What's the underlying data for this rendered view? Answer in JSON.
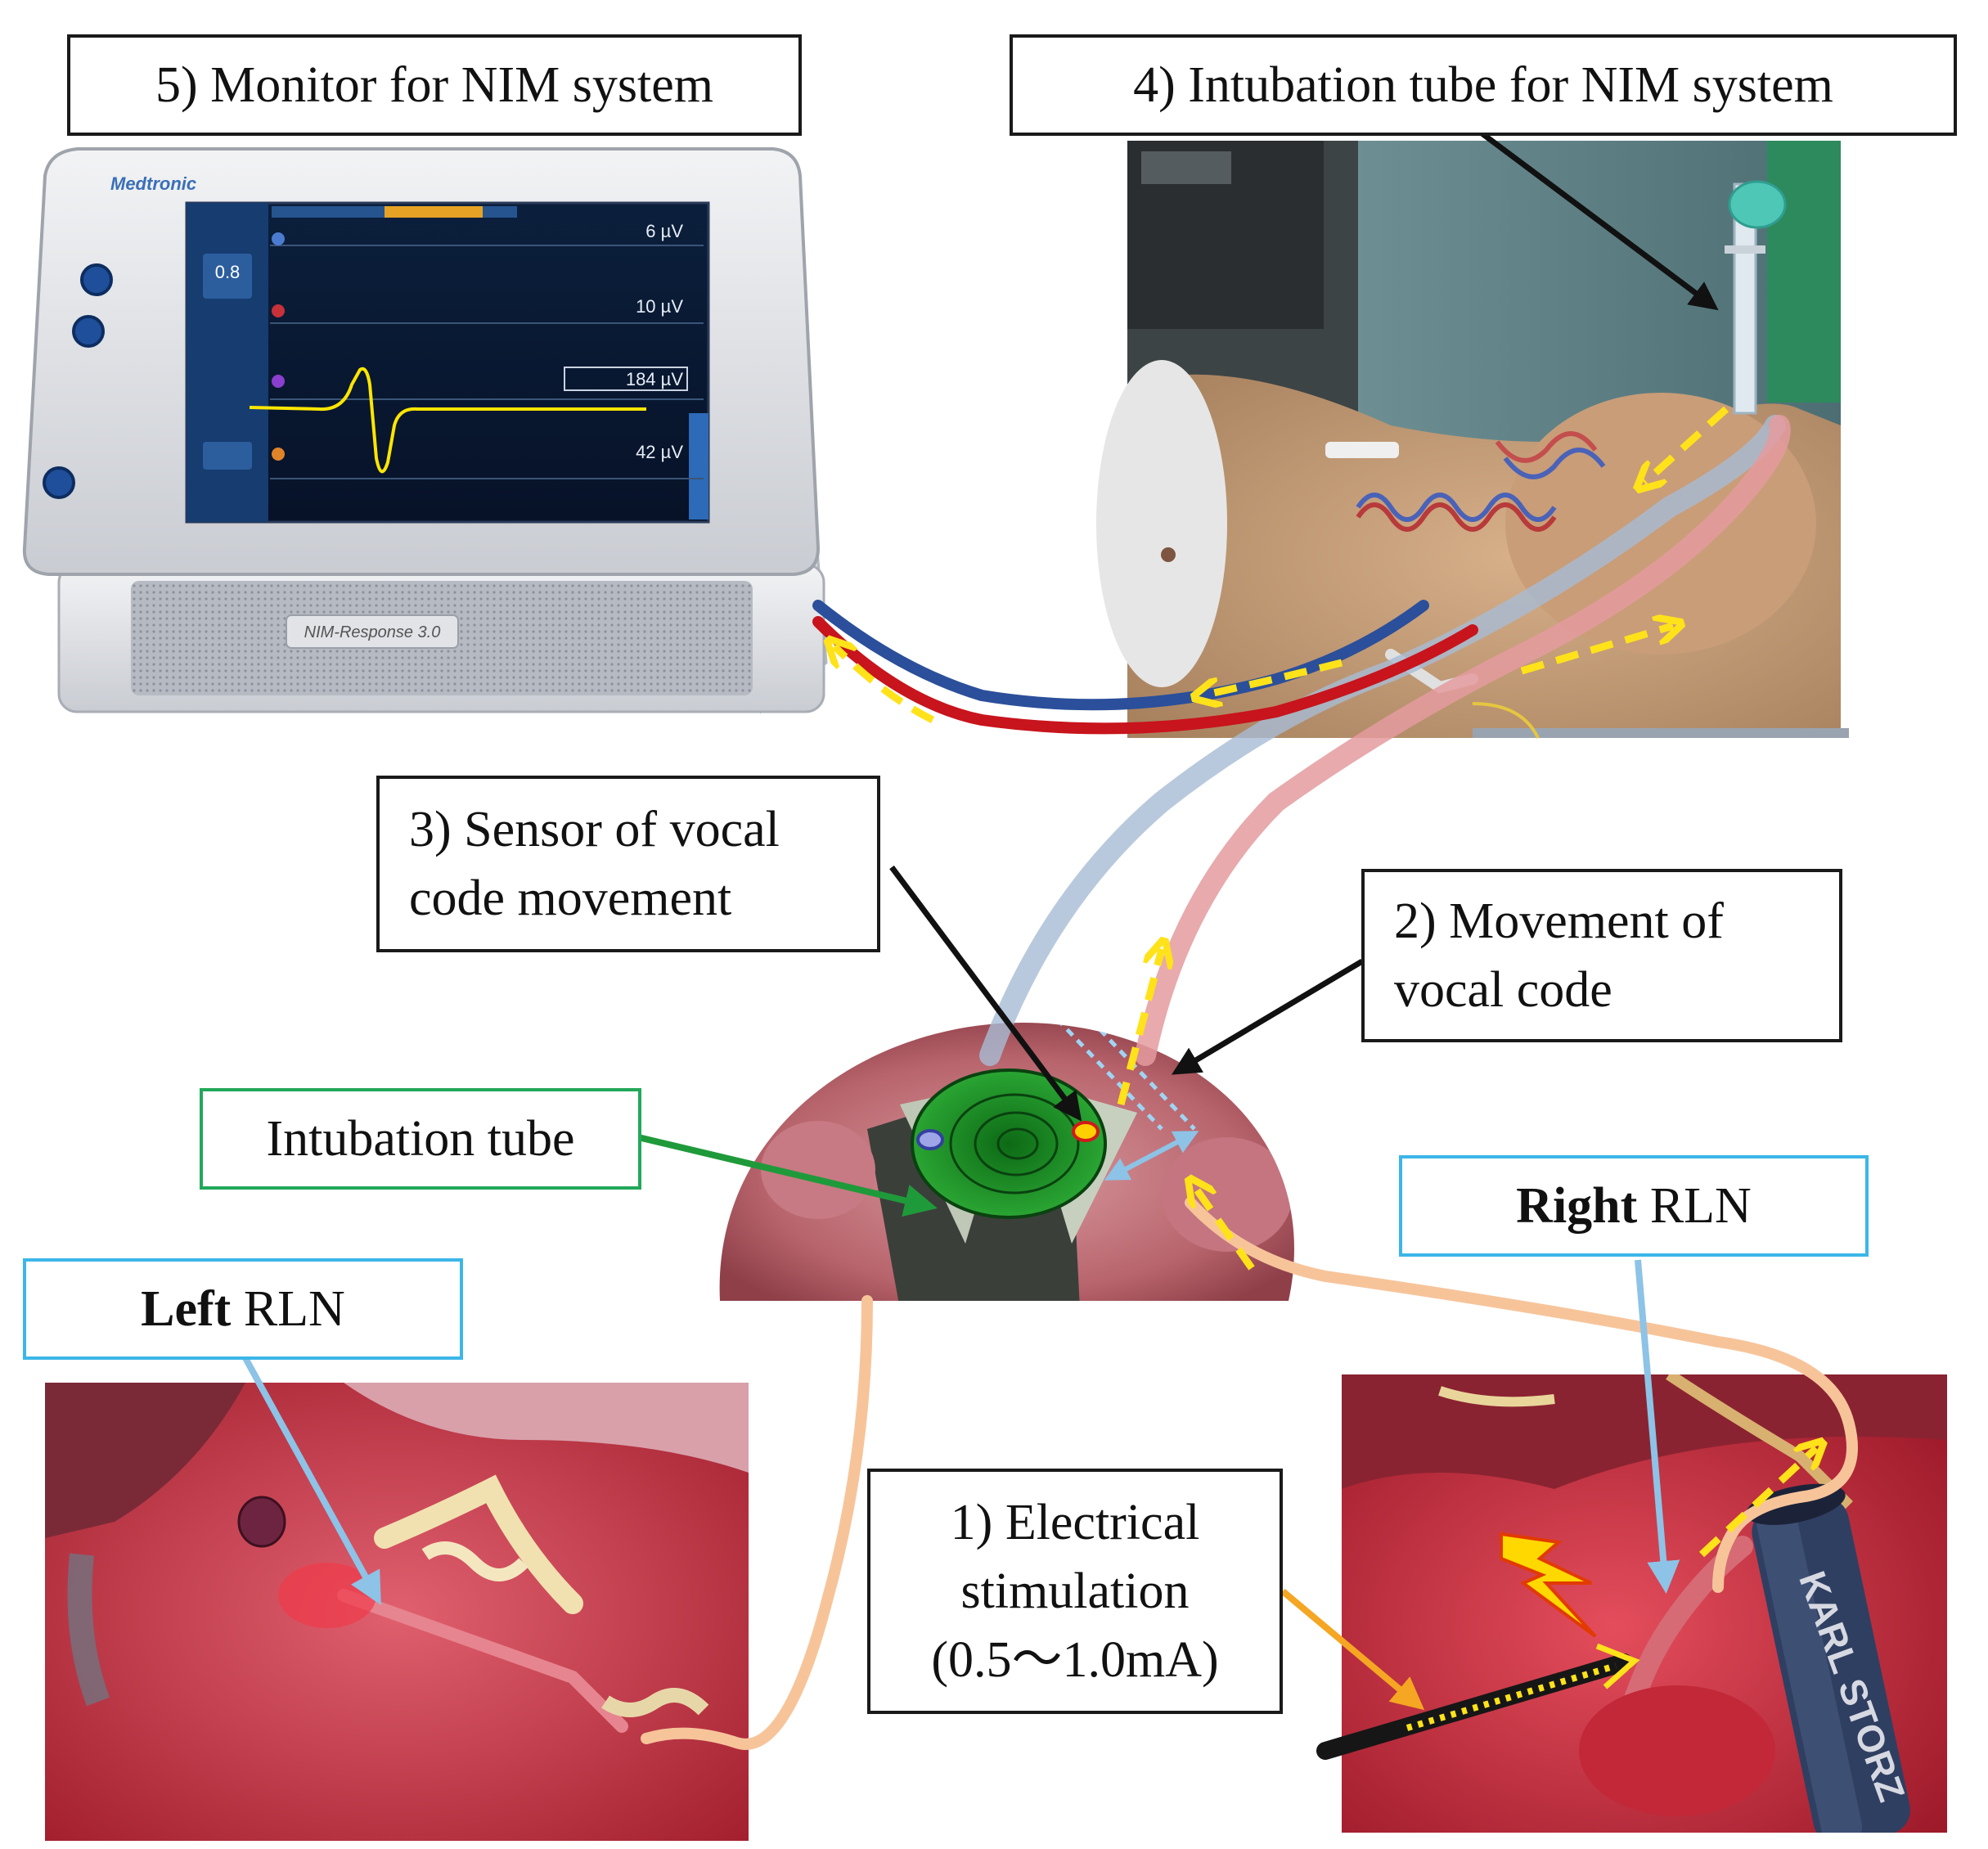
{
  "labels": {
    "monitor": "5) Monitor for NIM system",
    "tube_nim": "4) Intubation tube for NIM system",
    "sensor_line1": "3) Sensor of vocal",
    "sensor_line2": "code movement",
    "movement_line1": "2) Movement of",
    "movement_line2": "vocal code",
    "intubation_tube": "Intubation tube",
    "right_bold": "Right",
    "right_rest": " RLN",
    "left_bold": "Left",
    "left_rest": " RLN",
    "stim_line1": "1) Electrical",
    "stim_line2": "stimulation",
    "stim_line3": "(0.5～1.0mA)"
  },
  "monitor_screen": {
    "brand": "Medtronic",
    "model": "NIM-Response 3.0",
    "readouts": [
      "6 µV",
      "10 µV",
      "184 µV",
      "42 µV"
    ],
    "stim_value": "0.8"
  },
  "instrument_text": "KARL STORZ",
  "colors": {
    "wire_blue": "#2b4f9a",
    "wire_red": "#c8141c",
    "signal_yellow": "#ffe21a",
    "nerve_path_orange": "#f7c49a",
    "tube_green": "#1f8f2a",
    "arrow_light_blue": "#8dc3e6",
    "arrow_orange": "#f5a623",
    "label_border_green": "#22a85a",
    "label_border_blue": "#3cb6e8"
  }
}
